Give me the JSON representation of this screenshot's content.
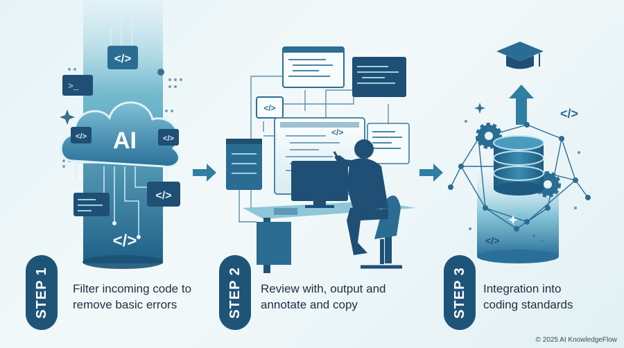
{
  "steps": [
    {
      "label": "STEP 1",
      "caption_lines": [
        "Filter incoming code to",
        "remove basic errors"
      ]
    },
    {
      "label": "STEP 2",
      "caption_lines": [
        "Review with, output and",
        "annotate and copy"
      ]
    },
    {
      "label": "STEP 3",
      "caption_lines": [
        "Integration into",
        "coding standards"
      ]
    }
  ],
  "illustration": {
    "cloud_label": "AI",
    "code_tag": "</>",
    "terminal_prompt": ">_"
  },
  "footer": {
    "copyright": "© 2025 AI KnowledgeFlow"
  },
  "colors": {
    "navy": "#1f5479",
    "teal": "#2f8aa6",
    "light_teal": "#8fc9d9",
    "background": "#eaf5f7"
  },
  "icons": [
    "cloud-ai-icon",
    "code-tag-icon",
    "terminal-icon",
    "server-icon",
    "developer-icon",
    "graduation-cap-icon",
    "database-icon",
    "gear-icon",
    "network-icon",
    "arrow-right-icon",
    "arrow-up-icon"
  ]
}
